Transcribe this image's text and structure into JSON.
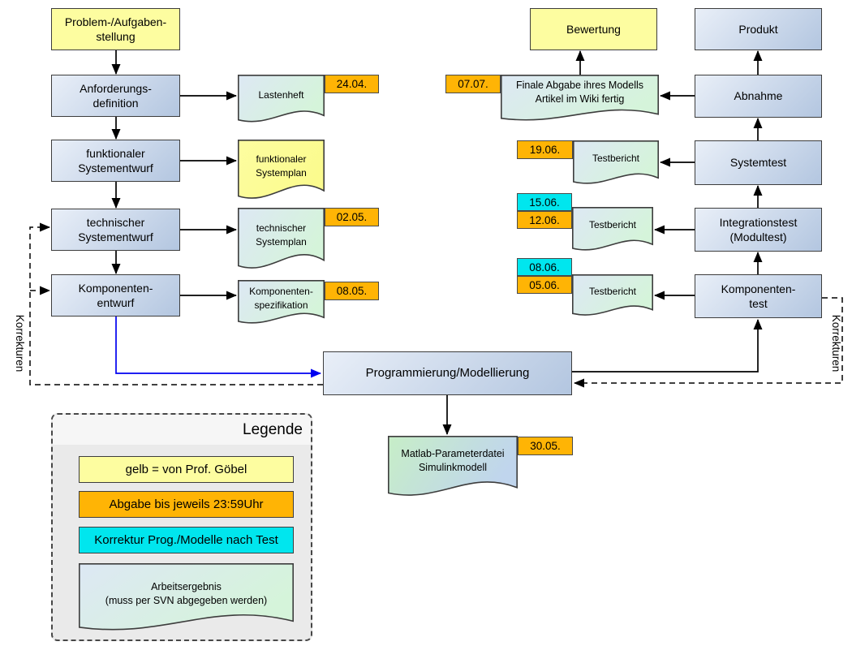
{
  "colors": {
    "yellow": "#fdfda0",
    "orange": "#ffb405",
    "cyan": "#00e6ee",
    "box_light": "#e9eff8",
    "box_dark": "#b3c6e0",
    "doc_blue": "#dde8f4",
    "doc_green": "#d5f4da",
    "matlab_green": "#c7eec7",
    "matlab_blue": "#c0d5ed",
    "border": "#3d3d3d",
    "legend_bg": "#eaeaea",
    "legend_header_bg": "#f6f6f6",
    "arrow_blue": "#0000f0"
  },
  "left": {
    "korrekturen": "Korrekturen",
    "boxes": [
      {
        "label": "Problem-/Aufgaben-\nstellung"
      },
      {
        "label": "Anforderungs-\ndefinition"
      },
      {
        "label": "funktionaler\nSystementwurf"
      },
      {
        "label": "technischer\nSystementwurf"
      },
      {
        "label": "Komponenten-\nentwurf"
      }
    ],
    "docs": [
      {
        "label": "Lastenheft",
        "due": "24.04."
      },
      {
        "label": "funktionaler\nSystemplan"
      },
      {
        "label": "technischer\nSystemplan",
        "due": "02.05."
      },
      {
        "label": "Komponenten-\nspezifikation",
        "due": "08.05."
      }
    ]
  },
  "right": {
    "korrekturen": "Korrekturen",
    "result_box": {
      "label": "Bewertung"
    },
    "boxes": [
      {
        "label": "Produkt"
      },
      {
        "label": "Abnahme"
      },
      {
        "label": "Systemtest"
      },
      {
        "label": "Integrationstest\n(Modultest)"
      },
      {
        "label": "Komponenten-\ntest"
      }
    ],
    "docs": [
      {
        "label": "Finale Abgabe ihres Modells\nArtikel im Wiki fertig",
        "due": "07.07."
      },
      {
        "label": "Testbericht",
        "due": "19.06."
      },
      {
        "label": "Testbericht",
        "due": "12.06.",
        "correction": "15.06."
      },
      {
        "label": "Testbericht",
        "due": "05.06.",
        "correction": "08.06."
      }
    ]
  },
  "center": {
    "box": {
      "label": "Programmierung/Modellierung"
    },
    "doc": {
      "label": "Matlab-Parameterdatei\nSimulinkmodell",
      "due": "30.05."
    }
  },
  "legend": {
    "title": "Legende",
    "items": [
      {
        "label": "gelb = von Prof. Göbel",
        "type": "yellow"
      },
      {
        "label": "Abgabe bis jeweils 23:59Uhr",
        "type": "orange"
      },
      {
        "label": "Korrektur Prog./Modelle nach Test",
        "type": "cyan"
      },
      {
        "label": "Arbeitsergebnis\n(muss per SVN abgegeben werden)",
        "type": "document"
      }
    ]
  }
}
